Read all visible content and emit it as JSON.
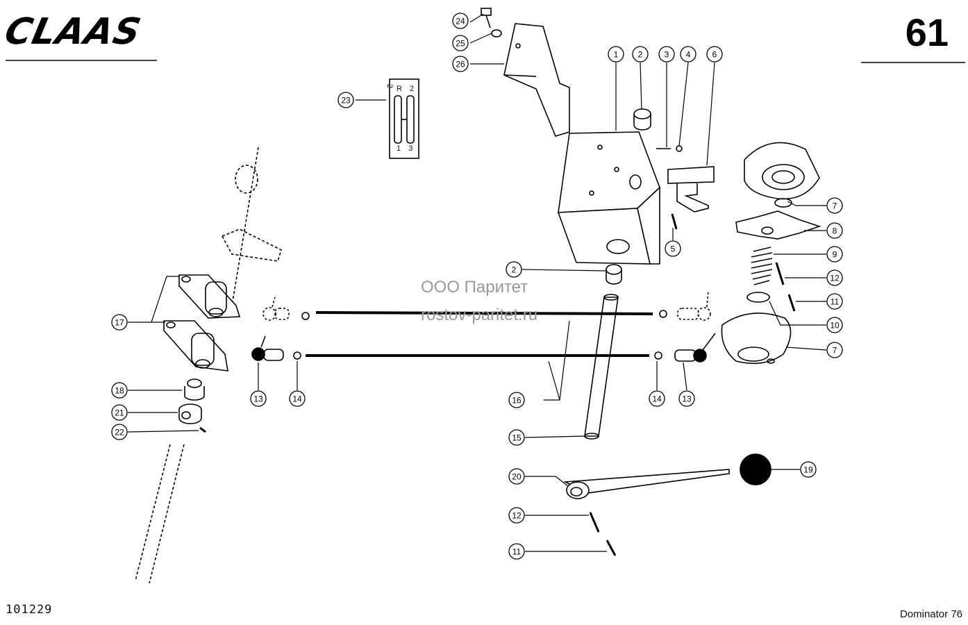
{
  "header": {
    "brand": "CLAAS",
    "page_number": "61"
  },
  "footer": {
    "drawing_number": "101229",
    "model": "Dominator 76"
  },
  "watermark": {
    "line1": "ООО Паритет",
    "line2": "rostov-paritet.ru"
  },
  "shift_gate_plate": {
    "top_left": "2",
    "top_left_2": "R",
    "bottom_right": "3",
    "bottom_right_2": "1"
  },
  "callouts": [
    "1",
    "2",
    "3",
    "4",
    "6",
    "7",
    "8",
    "9",
    "12",
    "11",
    "10",
    "7",
    "5",
    "2",
    "17",
    "13",
    "14",
    "16",
    "14",
    "13",
    "18",
    "21",
    "22",
    "15",
    "19",
    "20",
    "12",
    "11",
    "23",
    "24",
    "25",
    "26"
  ]
}
